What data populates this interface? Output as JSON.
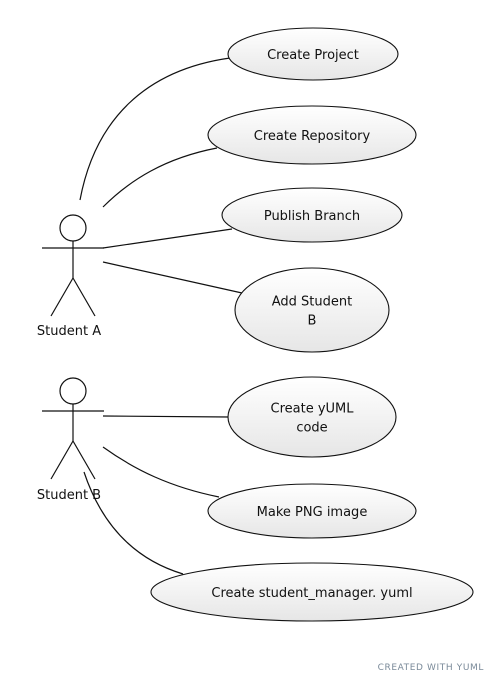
{
  "actors": [
    {
      "id": "student_a",
      "label": "Student A"
    },
    {
      "id": "student_b",
      "label": "Student B"
    }
  ],
  "use_cases": [
    {
      "id": "create_project",
      "lines": [
        "Create Project"
      ]
    },
    {
      "id": "create_repository",
      "lines": [
        "Create Repository"
      ]
    },
    {
      "id": "publish_branch",
      "lines": [
        "Publish Branch"
      ]
    },
    {
      "id": "add_student_b",
      "lines": [
        "Add Student",
        "B"
      ]
    },
    {
      "id": "create_yuml_code",
      "lines": [
        "Create yUML",
        "code"
      ]
    },
    {
      "id": "make_png_image",
      "lines": [
        "Make PNG image"
      ]
    },
    {
      "id": "create_student_manager_yuml",
      "lines": [
        "Create student_manager. yuml"
      ]
    }
  ],
  "associations": [
    {
      "actor": "student_a",
      "use_case": "create_project"
    },
    {
      "actor": "student_a",
      "use_case": "create_repository"
    },
    {
      "actor": "student_a",
      "use_case": "publish_branch"
    },
    {
      "actor": "student_a",
      "use_case": "add_student_b"
    },
    {
      "actor": "student_b",
      "use_case": "create_yuml_code"
    },
    {
      "actor": "student_b",
      "use_case": "make_png_image"
    },
    {
      "actor": "student_b",
      "use_case": "create_student_manager_yuml"
    }
  ],
  "footer": {
    "watermark": "CREATED WITH YUML"
  },
  "colors": {
    "stroke": "#111111",
    "ellipse_light": "#ffffff",
    "ellipse_dark": "#e6e6e6"
  }
}
